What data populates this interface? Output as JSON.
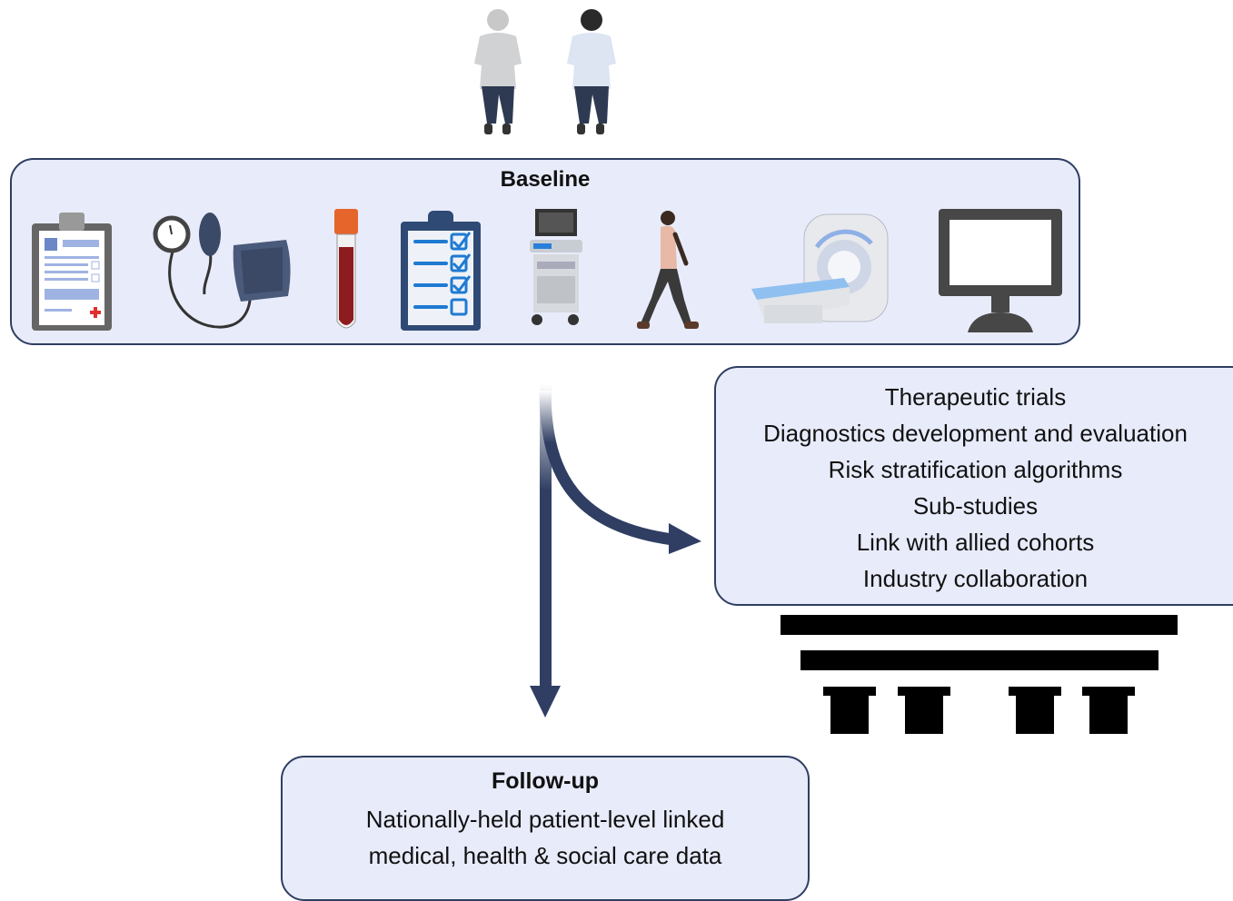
{
  "baseline": {
    "title": "Baseline",
    "icons": [
      "clipboard-record-icon",
      "blood-pressure-monitor-icon",
      "blood-tube-icon",
      "checklist-icon",
      "ultrasound-machine-icon",
      "walking-person-icon",
      "mri-scanner-icon",
      "computer-monitor-icon"
    ]
  },
  "uses": {
    "items": [
      "Therapeutic trials",
      "Diagnostics development and evaluation",
      "Risk stratification algorithms",
      "Sub-studies",
      "Link with allied cohorts",
      "Industry collaboration"
    ]
  },
  "followup": {
    "title": "Follow-up",
    "line1": "Nationally-held patient-level linked",
    "line2": "medical, health & social care data"
  },
  "colors": {
    "box_fill": "#e8ebfa",
    "box_border": "#2f3e62",
    "arrow": "#2f3e62"
  }
}
